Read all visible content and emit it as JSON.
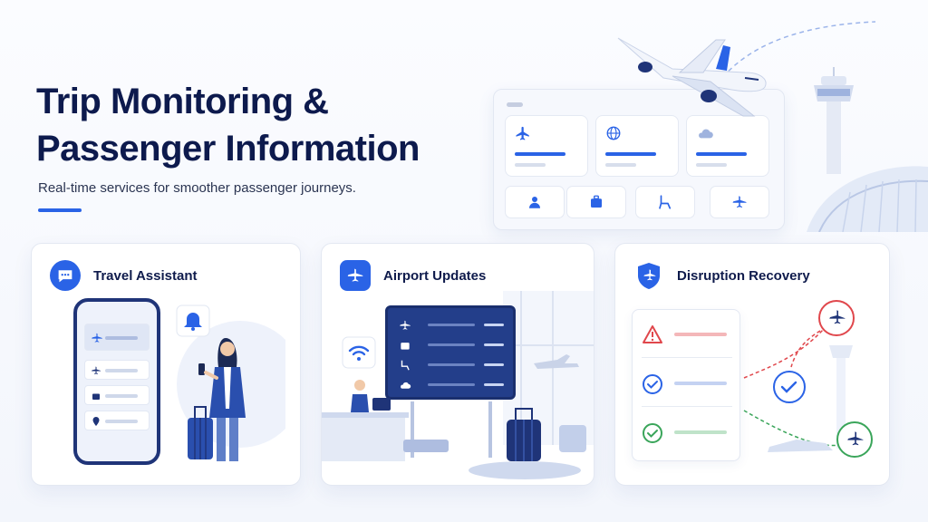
{
  "hero": {
    "title_line1": "Trip Monitoring &",
    "title_line2": "Passenger Information",
    "subtitle": "Real-time services for smoother passenger journeys."
  },
  "cards": [
    {
      "title": "Travel Assistant",
      "icon": "chat-bubble-icon"
    },
    {
      "title": "Airport Updates",
      "icon": "airplane-icon"
    },
    {
      "title": "Disruption Recovery",
      "icon": "shield-airplane-icon"
    }
  ],
  "colors": {
    "accent": "#2a63e6",
    "navy": "#0d1a4d",
    "alert_red": "#e0474c",
    "success_green": "#3aa55a"
  }
}
